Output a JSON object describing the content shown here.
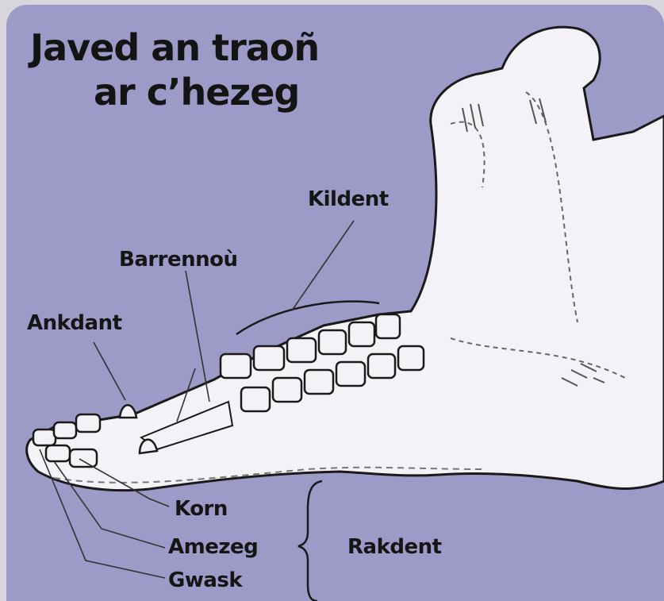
{
  "title": {
    "line1": "Javed an traoñ",
    "line2": "ar c’hezeg"
  },
  "labels": {
    "kildent": "Kildent",
    "barrennou": "Barrennoù",
    "ankdant": "Ankdant",
    "korn": "Korn",
    "amezeg": "Amezeg",
    "gwask": "Gwask",
    "rakdent": "Rakdent"
  },
  "colors": {
    "background": "#9c9ac6",
    "bone": "#f4f2f6",
    "outline": "#1a1a1a",
    "text": "#151515"
  }
}
